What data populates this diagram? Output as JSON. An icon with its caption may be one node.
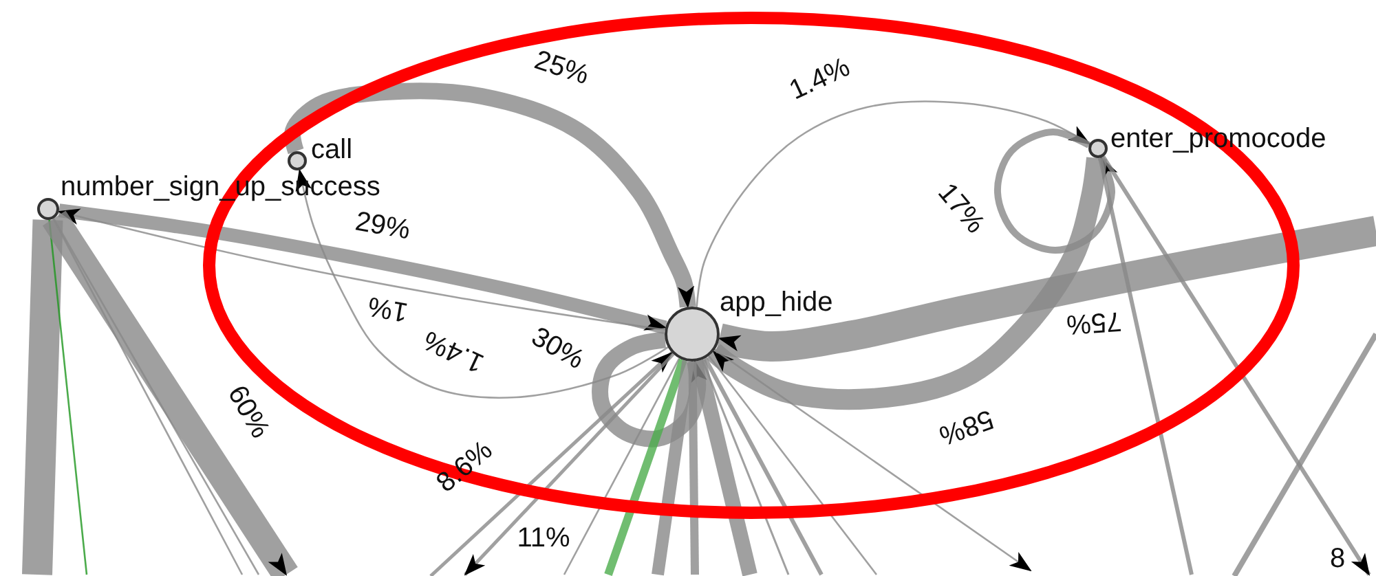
{
  "diagram": {
    "nodes": [
      {
        "text": [
          "number_sign_up_success"
        ]
      },
      {
        "text": [
          "call"
        ]
      },
      {
        "text": [
          "app_hide"
        ]
      },
      {
        "text": [
          "enter_promocode"
        ]
      }
    ],
    "edges": [
      {
        "from": 1,
        "to": 2,
        "arrow": "to",
        "label": "25%",
        "style": "thick"
      },
      {
        "from": 0,
        "to": 2,
        "arrow": "to",
        "label": "29%",
        "style": "thick"
      },
      {
        "from": 2,
        "to": 0,
        "arrow": "to",
        "label": "1%"
      },
      {
        "from": 2,
        "to": 1,
        "arrow": "to",
        "label": "1.4%"
      },
      {
        "from": 2,
        "to": 3,
        "arrow": "to",
        "label": "1.4%"
      },
      {
        "from": 3,
        "to": 3,
        "arrow": "to",
        "label": "17%"
      },
      {
        "from": 3,
        "to": 2,
        "arrow": "to",
        "label": "58%",
        "style": "thick"
      },
      {
        "from": null,
        "to": 2,
        "arrow": "to",
        "label": "75%",
        "style": "thick"
      },
      {
        "from": 2,
        "to": 2,
        "arrow": "to",
        "label": "30%",
        "style": "thick"
      },
      {
        "from": null,
        "to": 2,
        "arrow": "to",
        "label": "8.6%"
      },
      {
        "from": 2,
        "to": null,
        "arrow": "to",
        "label": "11%"
      },
      {
        "from": 0,
        "to": null,
        "arrow": "none",
        "style": "thick"
      },
      {
        "from": 0,
        "to": null,
        "arrow": "none",
        "color": "#1e961e"
      },
      {
        "from": 0,
        "to": null,
        "arrow": "to",
        "label": "60%",
        "style": "thick"
      },
      {
        "from": 0,
        "to": null,
        "arrow": "none"
      },
      {
        "from": 0,
        "to": null,
        "arrow": "none"
      },
      {
        "from": 2,
        "to": null,
        "arrow": "none"
      },
      {
        "from": 2,
        "to": null,
        "arrow": "none",
        "style": "thick",
        "color": "#4cad4c"
      },
      {
        "from": 2,
        "to": null,
        "arrow": "none",
        "style": "thick"
      },
      {
        "from": 2,
        "to": null,
        "arrow": "none",
        "style": "thick"
      },
      {
        "from": 2,
        "to": null,
        "arrow": "none",
        "style": "thick"
      },
      {
        "from": 2,
        "to": null,
        "arrow": "none"
      },
      {
        "from": 2,
        "to": null,
        "arrow": "none"
      },
      {
        "from": 2,
        "to": null,
        "arrow": "none"
      },
      {
        "from": 2,
        "to": null,
        "arrow": "to"
      },
      {
        "from": 3,
        "to": null,
        "arrow": "none"
      },
      {
        "from": 3,
        "to": null,
        "arrow": "to",
        "label": "8"
      }
    ]
  }
}
